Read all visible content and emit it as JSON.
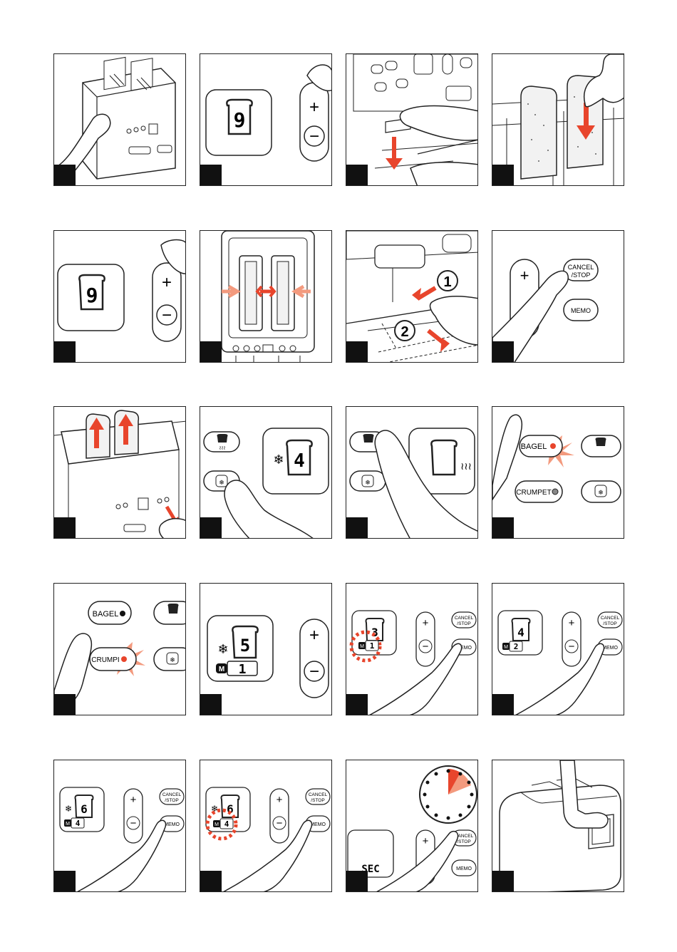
{
  "colors": {
    "ink": "#1a1a1a",
    "accent": "#e8452c",
    "accent_light": "#f39a7e",
    "toast": "#f2f2f2"
  },
  "labels": {
    "plus": "+",
    "minus": "−",
    "cancel": "CANCEL",
    "stop": "/STOP",
    "memo": "MEMO",
    "bagel": "BAGEL",
    "crumpet": "CRUMPET",
    "crumpet_cut": "CRUMPI",
    "sec": "SEC",
    "step1": "1",
    "step2": "2",
    "mem_badge": "M"
  },
  "digits": {
    "p2": "9",
    "p5": "9",
    "p10": "4",
    "p14": "5",
    "p14m": "1",
    "p15": "3",
    "p15m": "1",
    "p16": "4",
    "p16m": "2",
    "p17": "6",
    "p17m": "4",
    "p18": "6",
    "p18m": "4"
  },
  "icons": {
    "snowflake": "❄",
    "heat": "≀≀≀"
  }
}
